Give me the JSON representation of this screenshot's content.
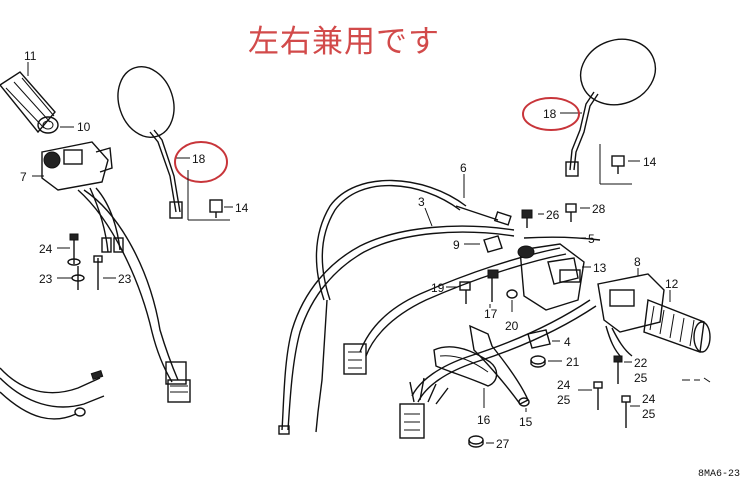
{
  "title": "左右兼用です",
  "code": "8MA6-23",
  "colors": {
    "title": "#d24a4a",
    "highlight": "#c8353a",
    "ink": "#111111"
  },
  "parts": {
    "p11": "11",
    "p10": "10",
    "p7": "7",
    "p18a": "18",
    "p14a": "14",
    "p24a": "24",
    "p23a": "23",
    "p23b": "23",
    "p18b": "18",
    "p14b": "14",
    "p6": "6",
    "p3": "3",
    "p26": "26",
    "p28": "28",
    "p9": "9",
    "p5": "5",
    "p13": "13",
    "p8": "8",
    "p12": "12",
    "p19": "19",
    "p17": "17",
    "p20": "20",
    "p4": "4",
    "p21": "21",
    "p22": "22",
    "p25a": "25",
    "p24b": "24",
    "p25b": "25",
    "p24c": "24",
    "p25c": "25",
    "p16": "16",
    "p15": "15",
    "p27": "27"
  }
}
